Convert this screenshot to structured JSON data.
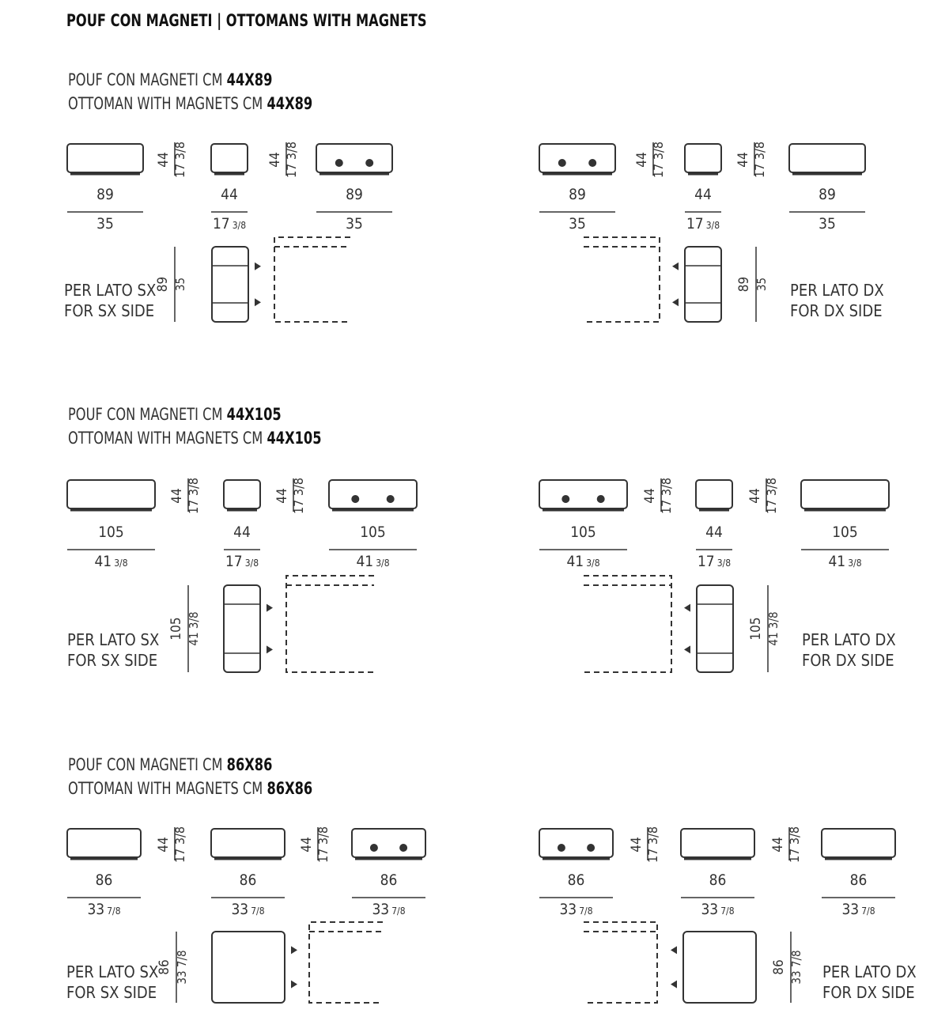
{
  "title": "POUF CON MAGNETI | OTTOMANS WITH MAGNETS",
  "colors": {
    "outline": "#333333",
    "text": "#333333",
    "fill": "#ffffff"
  },
  "sections": [
    {
      "heading_it": "POUF CON MAGNETI CM ",
      "heading_en": "OTTOMAN WITH MAGNETS CM ",
      "size_label": "44X89",
      "elevations": [
        {
          "width": "89",
          "width_in": "35",
          "height": "44",
          "height_in": "17 3/8",
          "magnets": false
        },
        {
          "width": "44",
          "width_in": "17 3/8",
          "height": "44",
          "height_in": "17 3/8",
          "magnets": false
        },
        {
          "width": "89",
          "width_in": "35",
          "height": "44",
          "height_in": "17 3/8",
          "magnets": true
        },
        {
          "width": "89",
          "width_in": "35",
          "height": "44",
          "height_in": "17 3/8",
          "magnets": true
        },
        {
          "width": "44",
          "width_in": "17 3/8",
          "height": "44",
          "height_in": "17 3/8",
          "magnets": false
        },
        {
          "width": "89",
          "width_in": "35",
          "height": "",
          "height_in": "",
          "magnets": false
        }
      ],
      "plan_left": {
        "length": "89",
        "length_in": "35",
        "side_it": "PER LATO SX",
        "side_en": "FOR SX SIDE"
      },
      "plan_right": {
        "length": "89",
        "length_in": "35",
        "side_it": "PER LATO DX",
        "side_en": "FOR DX SIDE"
      }
    },
    {
      "heading_it": "POUF CON MAGNETI CM ",
      "heading_en": "OTTOMAN WITH MAGNETS CM ",
      "size_label": "44X105",
      "elevations": [
        {
          "width": "105",
          "width_in": "41 3/8",
          "height": "44",
          "height_in": "17 3/8",
          "magnets": false
        },
        {
          "width": "44",
          "width_in": "17 3/8",
          "height": "44",
          "height_in": "17 3/8",
          "magnets": false
        },
        {
          "width": "105",
          "width_in": "41 3/8",
          "height": "44",
          "height_in": "17 3/8",
          "magnets": true
        },
        {
          "width": "105",
          "width_in": "41 3/8",
          "height": "44",
          "height_in": "17 3/8",
          "magnets": true
        },
        {
          "width": "44",
          "width_in": "17 3/8",
          "height": "44",
          "height_in": "17 3/8",
          "magnets": false
        },
        {
          "width": "105",
          "width_in": "41 3/8",
          "height": "",
          "height_in": "",
          "magnets": false
        }
      ],
      "plan_left": {
        "length": "105",
        "length_in": "41 3/8",
        "side_it": "PER LATO SX",
        "side_en": "FOR SX SIDE"
      },
      "plan_right": {
        "length": "105",
        "length_in": "41 3/8",
        "side_it": "PER LATO DX",
        "side_en": "FOR DX SIDE"
      }
    },
    {
      "heading_it": "POUF CON MAGNETI CM ",
      "heading_en": "OTTOMAN WITH MAGNETS CM ",
      "size_label": "86X86",
      "elevations": [
        {
          "width": "86",
          "width_in": "33 7/8",
          "height": "44",
          "height_in": "17 3/8",
          "magnets": false
        },
        {
          "width": "86",
          "width_in": "33 7/8",
          "height": "44",
          "height_in": "17 3/8",
          "magnets": false
        },
        {
          "width": "86",
          "width_in": "33 7/8",
          "height": "44",
          "height_in": "17 3/8",
          "magnets": true
        },
        {
          "width": "86",
          "width_in": "33 7/8",
          "height": "44",
          "height_in": "17 3/8",
          "magnets": true
        },
        {
          "width": "86",
          "width_in": "33 7/8",
          "height": "44",
          "height_in": "17 3/8",
          "magnets": false
        },
        {
          "width": "86",
          "width_in": "33 7/8",
          "height": "",
          "height_in": "",
          "magnets": false
        }
      ],
      "plan_left": {
        "length": "86",
        "length_in": "33 7/8",
        "side_it": "PER LATO SX",
        "side_en": "FOR SX SIDE"
      },
      "plan_right": {
        "length": "86",
        "length_in": "33 7/8",
        "side_it": "PER LATO DX",
        "side_en": "FOR DX SIDE"
      }
    }
  ]
}
